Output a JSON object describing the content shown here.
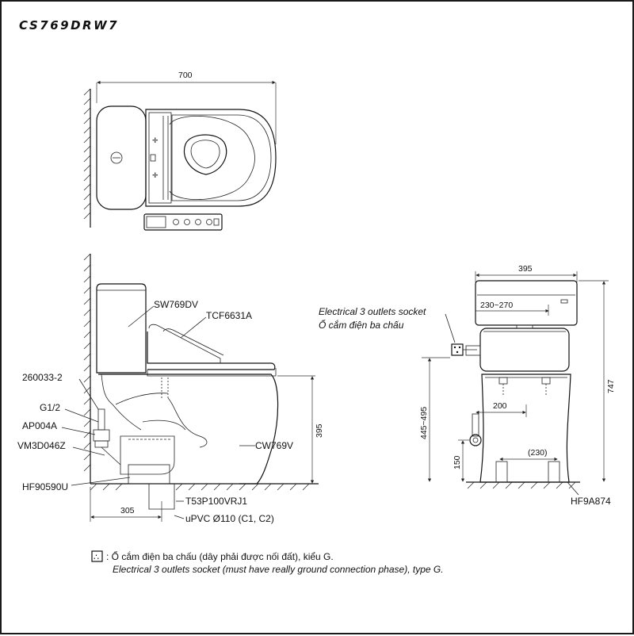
{
  "title": "CS769DRW7",
  "dimensions": {
    "top_width": "700",
    "side_height": "395",
    "side_offset": "305",
    "front_width": "395",
    "front_tank_range": "230~270",
    "front_total_height": "747",
    "front_socket_height": "445~495",
    "front_inlet_width": "200",
    "front_outlet_width": "(230)",
    "front_inlet_height": "150"
  },
  "labels": {
    "seat": "SW769DV",
    "cover": "TCF6631A",
    "fitting": "260033-2",
    "thread": "G1/2",
    "valve": "AP004A",
    "hose": "VM3D046Z",
    "flange": "HF90590U",
    "bowl": "CW769V",
    "outlet": "T53P100VRJ1",
    "pipe": "uPVC Ø110 (C1, C2)",
    "front_fix": "HF9A874",
    "socket_en": "Electrical 3 outlets socket",
    "socket_vi": "Ổ cắm điện ba chấu"
  },
  "note": {
    "symbol": "∴",
    "vi": ": Ổ cắm điện ba chấu (dây phải được nối đất), kiểu G.",
    "en": "Electrical 3 outlets socket (must have really ground connection phase), type G."
  },
  "icons": [
    "socket-icon",
    "remote-control-icon"
  ]
}
